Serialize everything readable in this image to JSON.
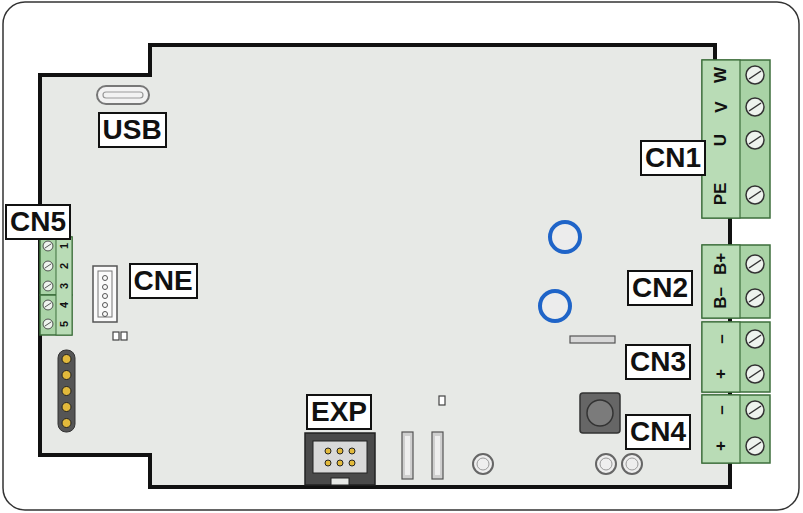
{
  "diagram": {
    "labels": [
      "USB",
      "CN5",
      "CNE",
      "CN1",
      "CN2",
      "CN3",
      "CN4",
      "EXP",
      "W",
      "V",
      "U",
      "PE",
      "B+",
      "B–",
      "–",
      "+",
      "–",
      "+",
      "1",
      "2",
      "3",
      "4",
      "5"
    ]
  }
}
